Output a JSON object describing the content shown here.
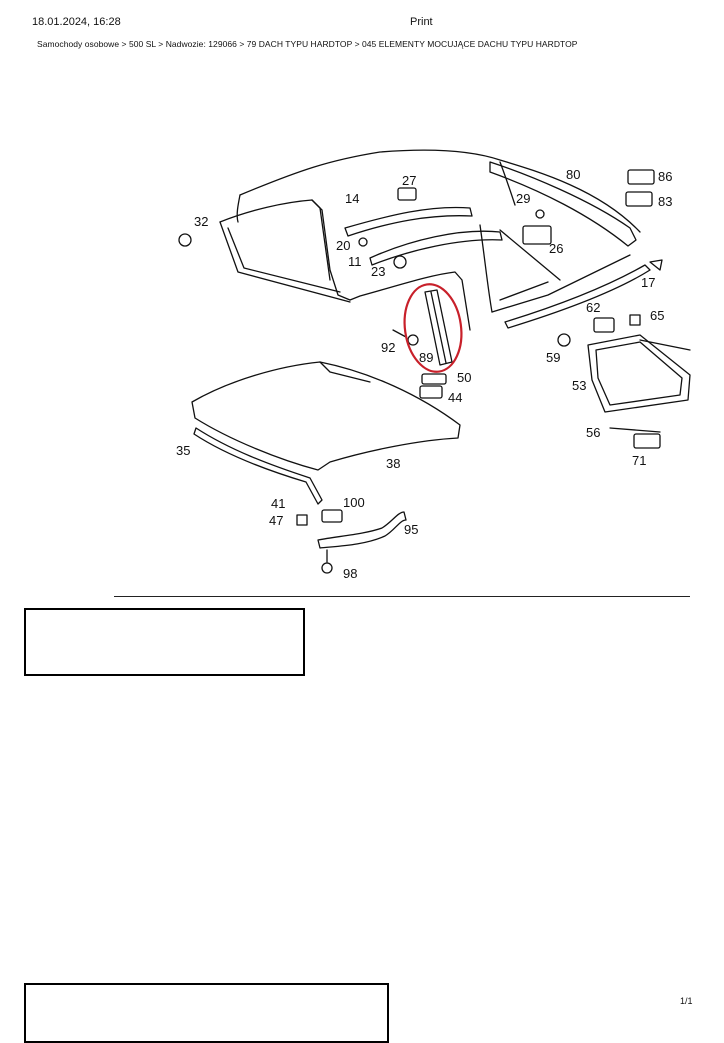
{
  "header": {
    "datetime": "18.01.2024, 16:28",
    "title": "Print"
  },
  "breadcrumb": "Samochody osobowe > 500 SL > Nadwozie: 129066 > 79 DACH TYPU HARDTOP > 045 ELEMENTY MOCUJĄCE DACHU TYPU HARDTOP",
  "diagram": {
    "highlight_color": "#c8202a",
    "line_color": "#111111",
    "highlighted_part": "89",
    "labels": [
      "80",
      "86",
      "83",
      "27",
      "29",
      "14",
      "32",
      "20",
      "26",
      "11",
      "23",
      "17",
      "62",
      "65",
      "92",
      "89",
      "59",
      "53",
      "50",
      "44",
      "56",
      "71",
      "35",
      "38",
      "41",
      "100",
      "47",
      "95",
      "98"
    ]
  },
  "footer": {
    "page": "1/1"
  }
}
